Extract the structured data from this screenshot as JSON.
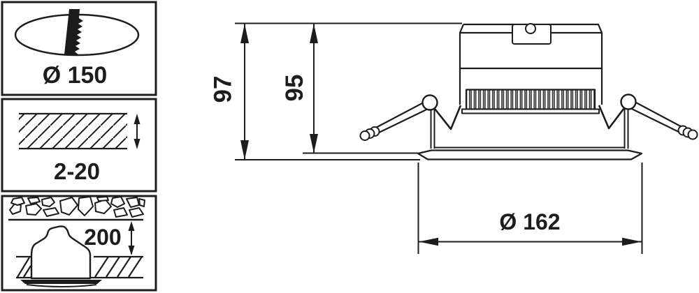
{
  "drawing": {
    "title": "recessed-downlight-dimension-drawing",
    "background_color": "#ffffff",
    "ink_color": "#1d1d1d",
    "panel": {
      "cutout": {
        "icon": "hole-saw-cutout-icon",
        "value": "Ø 150"
      },
      "thickness": {
        "icon": "ceiling-thickness-hatch-icon",
        "value": "2-20"
      },
      "depth": {
        "icon": "recess-depth-housing-icon",
        "value": "200"
      }
    },
    "dimensions": {
      "overall_height": "97",
      "recessed_height": "95",
      "trim_diameter": "Ø 162"
    }
  }
}
